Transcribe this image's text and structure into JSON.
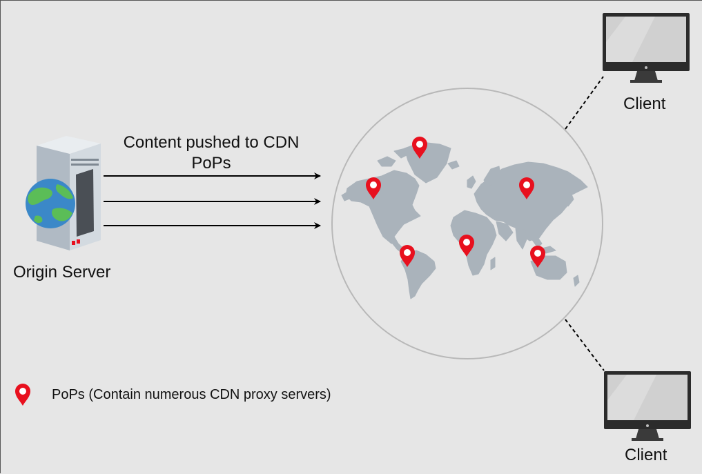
{
  "labels": {
    "push": "Content pushed to CDN PoPs",
    "origin": "Origin Server",
    "client_top": "Client",
    "client_bottom": "Client",
    "legend": "PoPs (Contain numerous CDN proxy servers)"
  },
  "colors": {
    "background": "#e6e6e6",
    "pin": "#e8101e",
    "land": "#aab3bb",
    "globe_stroke": "#b8b8b8",
    "monitor": "#2b2b2b",
    "screen": "#d0d0d0",
    "server_body": "#d3dae0",
    "server_side": "#b0bac4",
    "earth_ocean": "#3b88c8",
    "earth_land": "#5bbd57"
  },
  "icons": {
    "origin": "server-globe-icon",
    "pop": "map-pin-icon",
    "client": "desktop-monitor-icon"
  }
}
